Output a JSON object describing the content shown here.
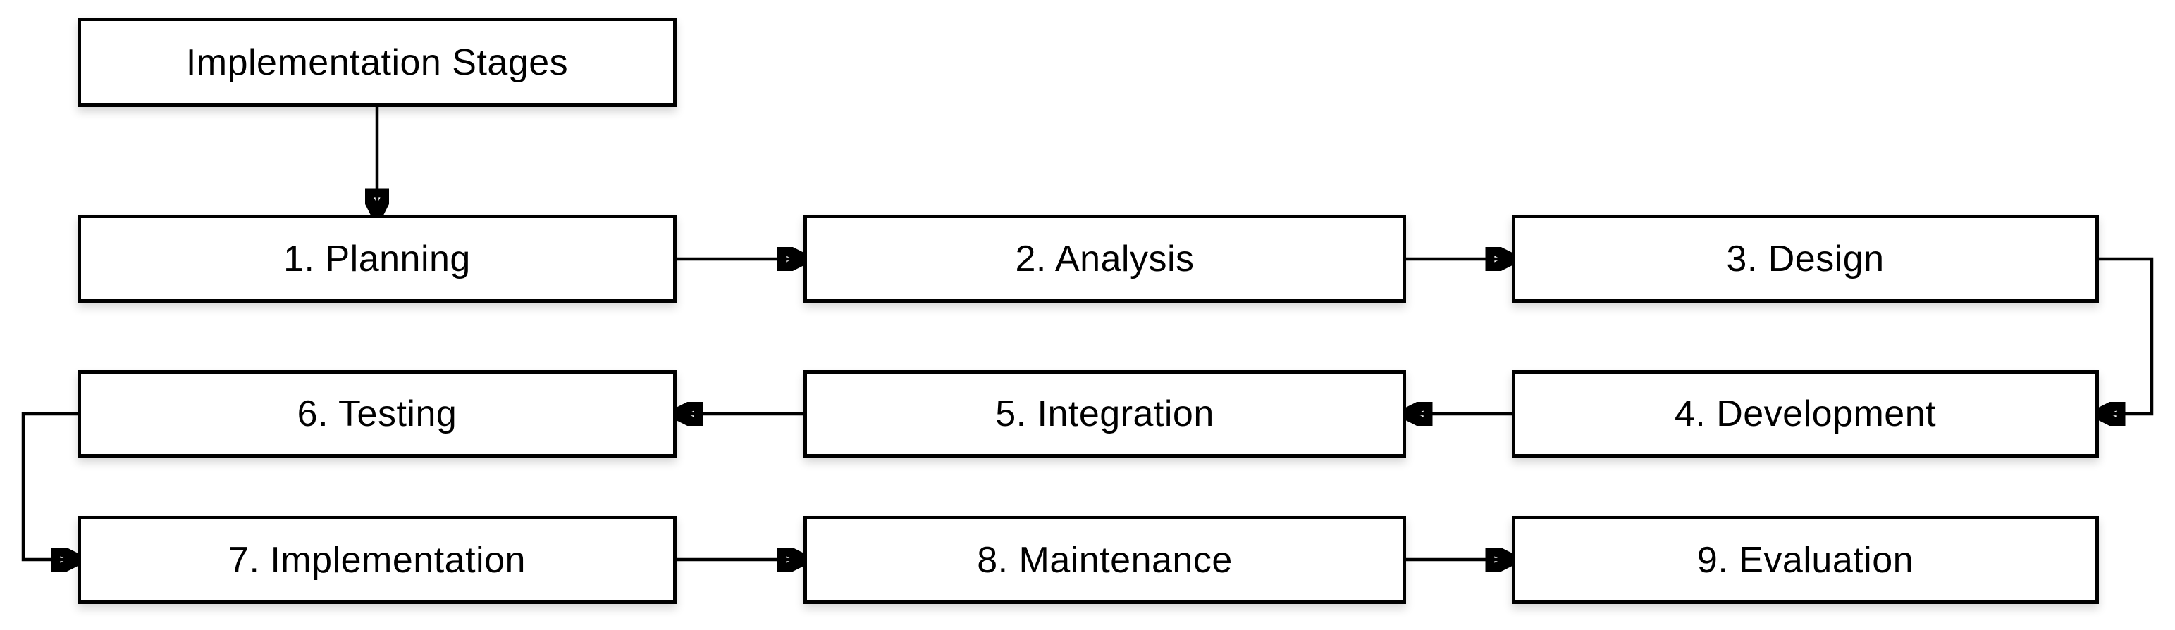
{
  "diagram": {
    "type": "flowchart",
    "title": "Implementation Stages",
    "nodes": [
      {
        "id": "title",
        "label": "Implementation Stages"
      },
      {
        "id": "planning",
        "label": "1. Planning"
      },
      {
        "id": "analysis",
        "label": "2. Analysis"
      },
      {
        "id": "design",
        "label": "3. Design"
      },
      {
        "id": "development",
        "label": "4. Development"
      },
      {
        "id": "integration",
        "label": "5. Integration"
      },
      {
        "id": "testing",
        "label": "6. Testing"
      },
      {
        "id": "implementation",
        "label": "7. Implementation"
      },
      {
        "id": "maintenance",
        "label": "8. Maintenance"
      },
      {
        "id": "evaluation",
        "label": "9. Evaluation"
      }
    ],
    "edges": [
      {
        "from": "Implementation Stages",
        "to": "1. Planning"
      },
      {
        "from": "1. Planning",
        "to": "2. Analysis"
      },
      {
        "from": "2. Analysis",
        "to": "3. Design"
      },
      {
        "from": "3. Design",
        "to": "4. Development"
      },
      {
        "from": "4. Development",
        "to": "5. Integration"
      },
      {
        "from": "5. Integration",
        "to": "6. Testing"
      },
      {
        "from": "6. Testing",
        "to": "7. Implementation"
      },
      {
        "from": "7. Implementation",
        "to": "8. Maintenance"
      },
      {
        "from": "8. Maintenance",
        "to": "9. Evaluation"
      }
    ],
    "colors": {
      "background": "#ffffff",
      "box_fill": "#ffffff",
      "box_border": "#000000",
      "arrow": "#000000",
      "text": "#000000"
    }
  }
}
